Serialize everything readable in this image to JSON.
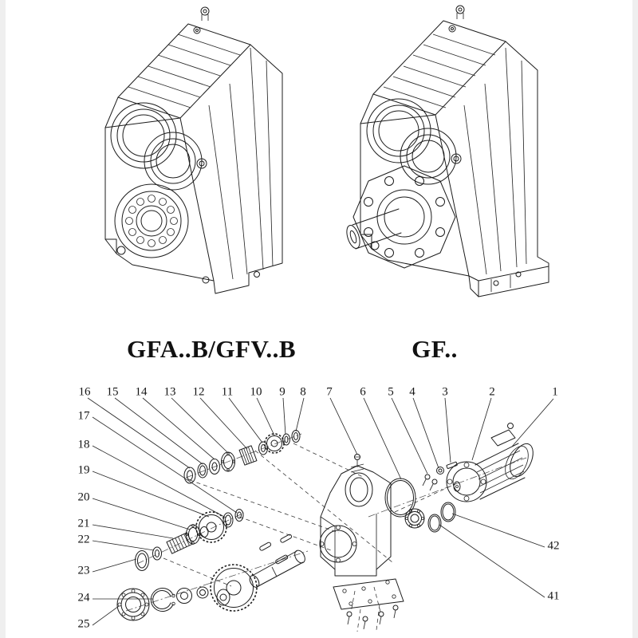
{
  "colors": {
    "ink": "#1c1c1c",
    "background": "#ffffff"
  },
  "models": {
    "left_label": "GFA..B/GFV..B",
    "right_label": "GF.."
  },
  "exploded": {
    "top_callouts": [
      "16",
      "15",
      "14",
      "13",
      "12",
      "11",
      "10",
      "9",
      "8",
      "7",
      "6",
      "5",
      "4",
      "3",
      "2",
      "1"
    ],
    "left_callouts": [
      "17",
      "18",
      "19",
      "20",
      "21",
      "22",
      "23",
      "24",
      "25"
    ],
    "right_callouts": [
      "42",
      "41"
    ]
  }
}
